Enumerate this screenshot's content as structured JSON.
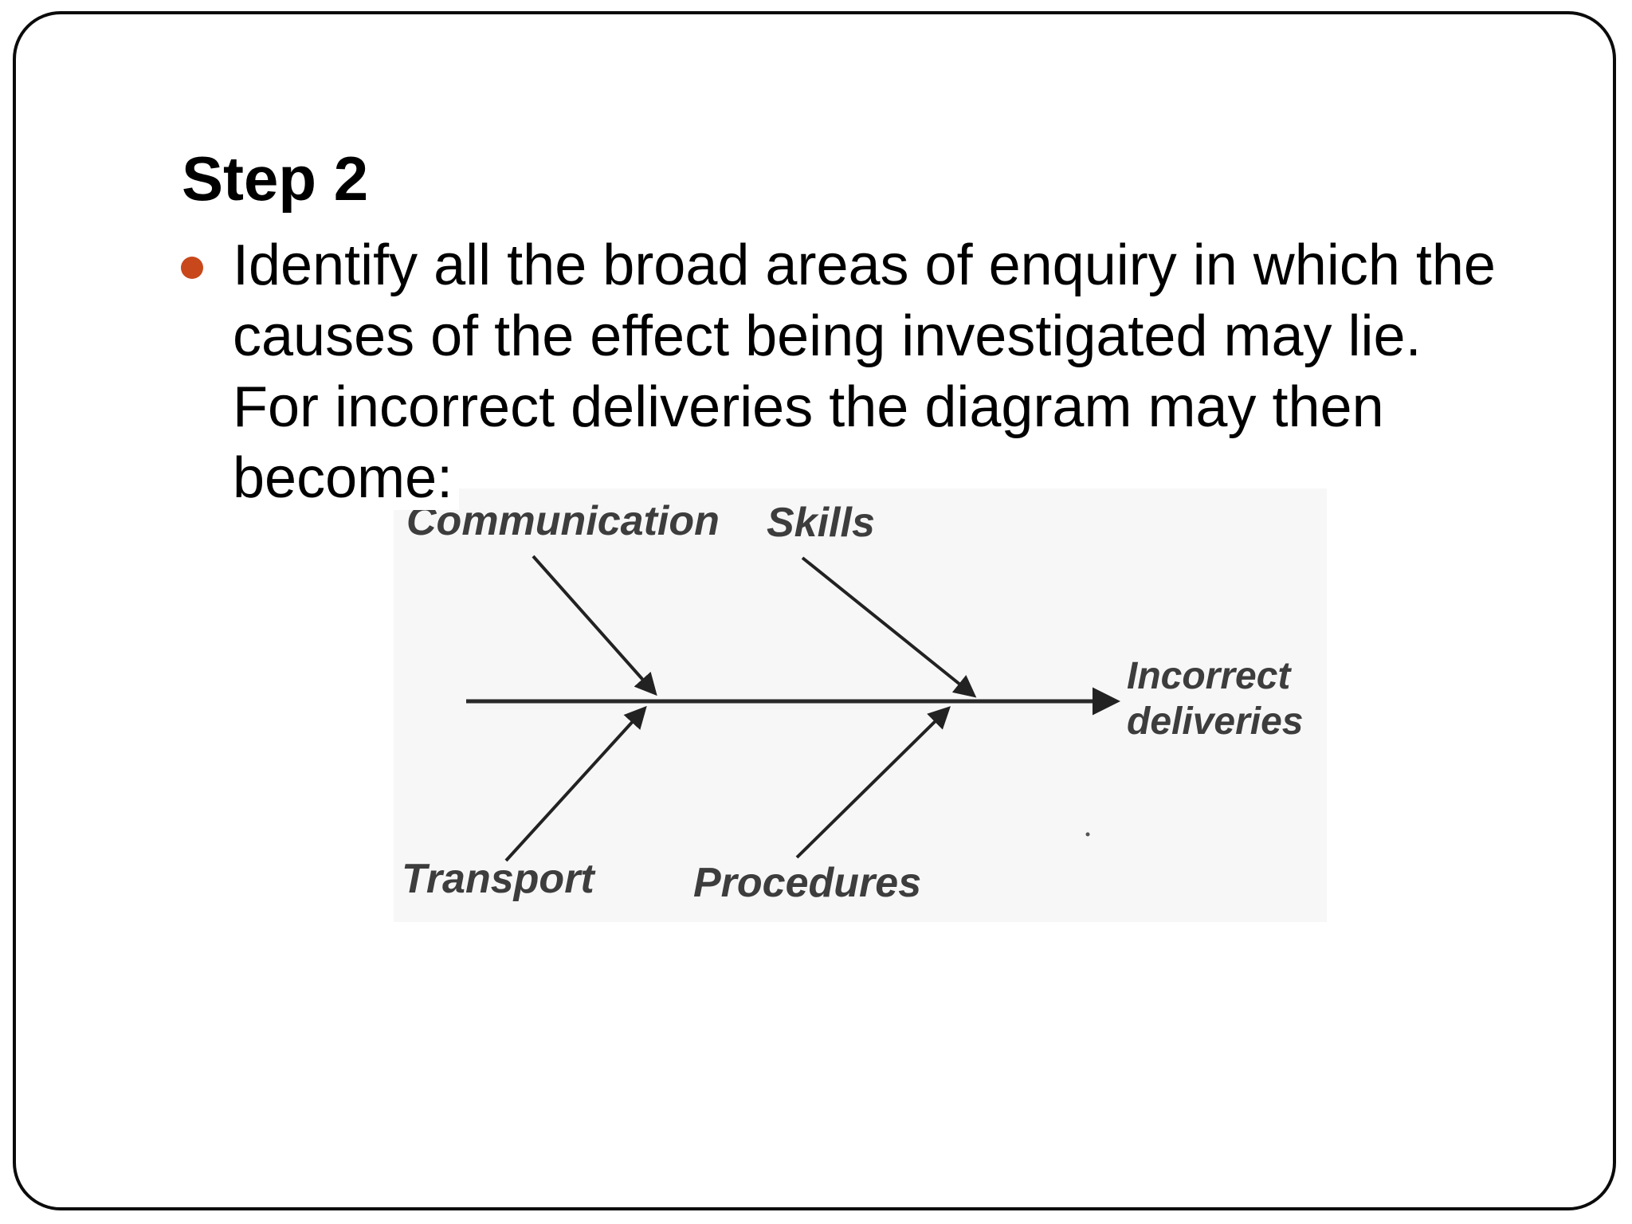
{
  "slide": {
    "title": "Step 2",
    "bullet_lines": [
      "Identify all the broad areas of enquiry in which the",
      "causes of the effect being investigated may lie.",
      "For incorrect deliveries the diagram may then",
      "become:"
    ],
    "diagram": {
      "type": "fishbone-cause-effect",
      "top_causes": [
        {
          "label": "Communication"
        },
        {
          "label": "Skills"
        }
      ],
      "bottom_causes": [
        {
          "label": "Transport"
        },
        {
          "label": "Procedures"
        }
      ],
      "effect_label": "Incorrect\ndeliveries"
    },
    "colors": {
      "bullet_marker": "#c8481c",
      "body_text": "#000000",
      "diagram_background": "#f7f7f7",
      "diagram_label_text": "#3d3d3d",
      "arrow": "#222222",
      "slide_border": "#0b0b0b"
    }
  }
}
